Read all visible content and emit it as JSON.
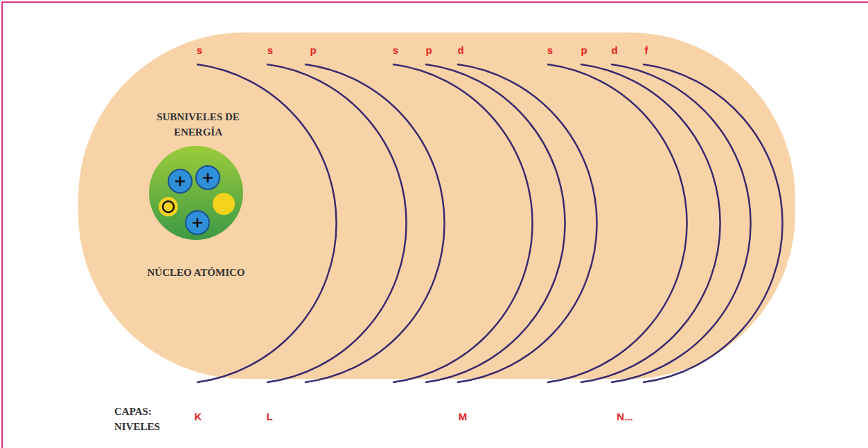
{
  "diagram": {
    "nodes": [
      {
        "text": [
          "SUBNIVELES DE ENERGÍA",
          "NÚCLEO ATÓMICO"
        ]
      }
    ],
    "labels": [
      "s",
      "s",
      "p",
      "s",
      "p",
      "d",
      "s",
      "p",
      "d",
      "f",
      "CAPAS: NIVELES",
      "K",
      "L",
      "M",
      "N...",
      "+",
      "+",
      "+"
    ]
  }
}
